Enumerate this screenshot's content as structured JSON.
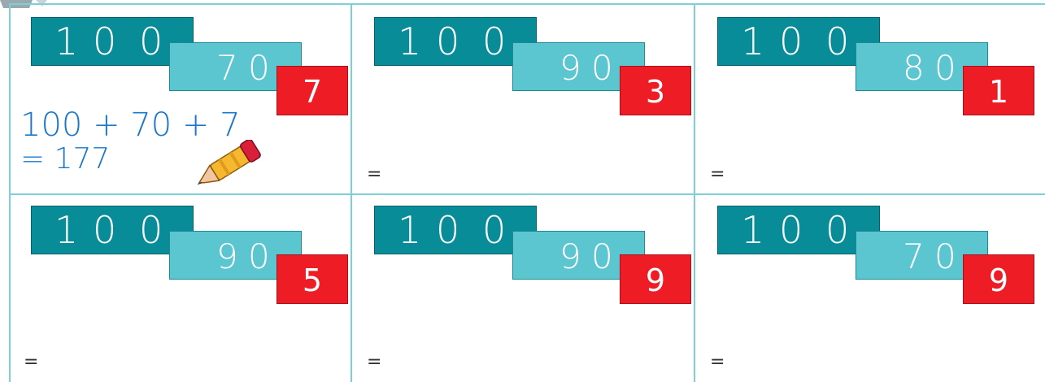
{
  "cards": [
    {
      "hundreds": [
        "1",
        "0",
        "0"
      ],
      "tens": [
        "7",
        "0"
      ],
      "ones": "7",
      "expression": "100 + 70 + 7",
      "result": "= 177",
      "equals": ""
    },
    {
      "hundreds": [
        "1",
        "0",
        "0"
      ],
      "tens": [
        "9",
        "0"
      ],
      "ones": "3",
      "equals": "="
    },
    {
      "hundreds": [
        "1",
        "0",
        "0"
      ],
      "tens": [
        "8",
        "0"
      ],
      "ones": "1",
      "equals": "="
    },
    {
      "hundreds": [
        "1",
        "0",
        "0"
      ],
      "tens": [
        "9",
        "0"
      ],
      "ones": "5",
      "equals": "="
    },
    {
      "hundreds": [
        "1",
        "0",
        "0"
      ],
      "tens": [
        "9",
        "0"
      ],
      "ones": "9",
      "equals": "="
    },
    {
      "hundreds": [
        "1",
        "0",
        "0"
      ],
      "tens": [
        "7",
        "0"
      ],
      "ones": "9",
      "equals": "="
    }
  ],
  "colors": {
    "hundreds_block": "#078c98",
    "tens_block": "#5bc6d0",
    "ones_block": "#ee1c25",
    "expression_text": "#1a77c9",
    "grid_line": "#7fcfd6"
  },
  "icons": [
    "crayon-icon",
    "book-icon"
  ]
}
